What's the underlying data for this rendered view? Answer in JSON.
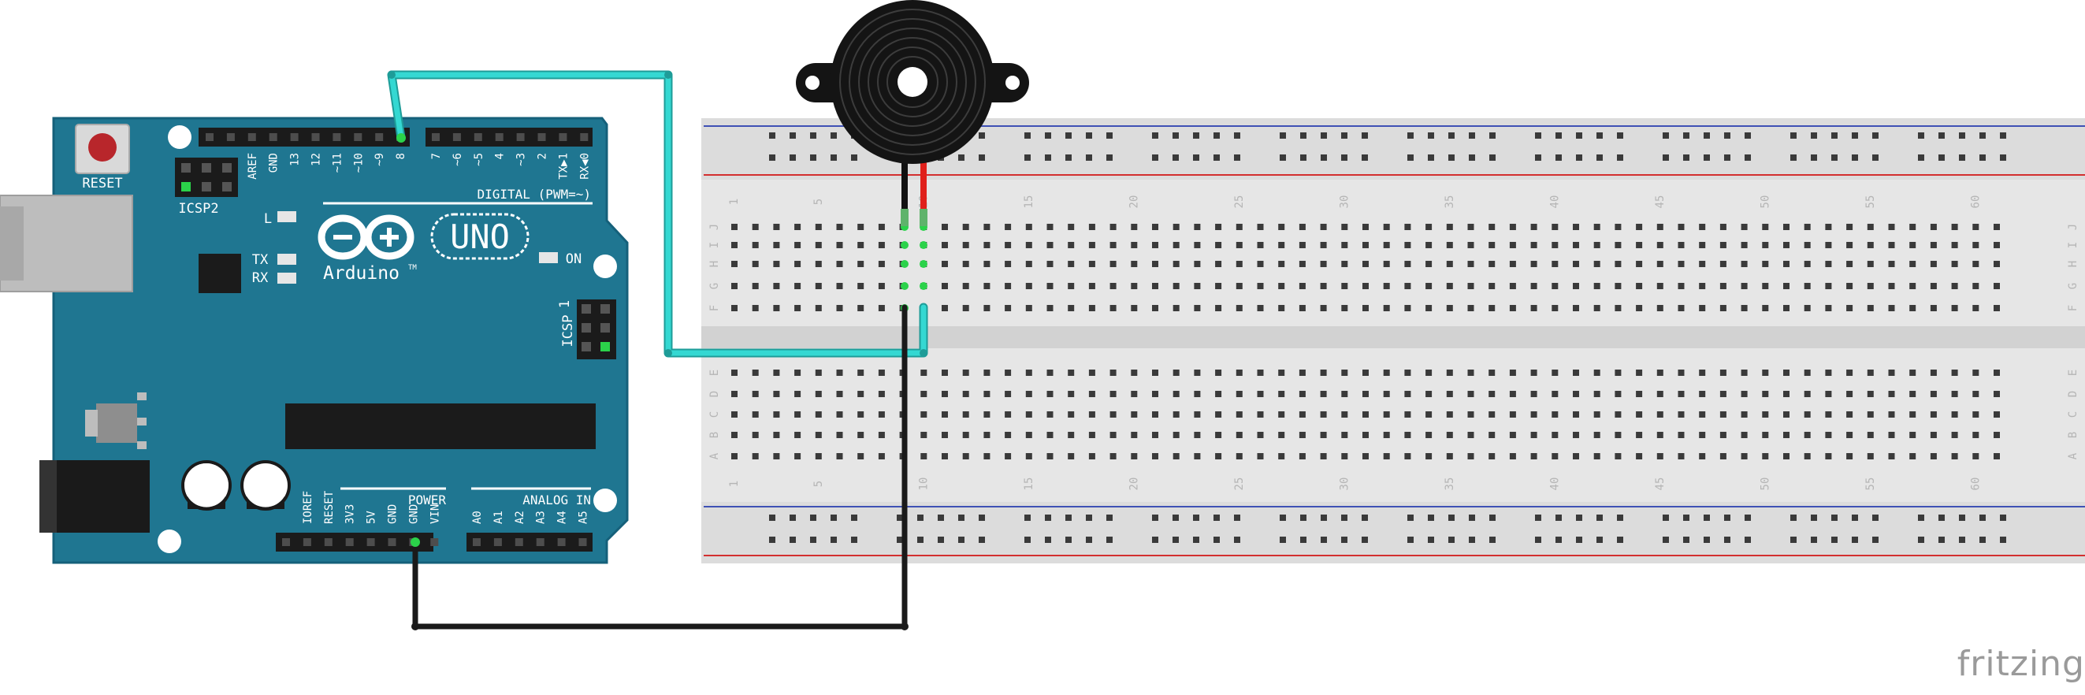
{
  "board": {
    "reset_label": "RESET",
    "icsp2_label": "ICSP2",
    "icsp_label": "ICSP",
    "icsp_pin1": "1",
    "led_l_label": "L",
    "tx_label": "TX",
    "rx_label": "RX",
    "on_label": "ON",
    "digital_label": "DIGITAL (PWM=~)",
    "power_label": "POWER",
    "analog_label": "ANALOG IN",
    "model_label": "UNO",
    "brand_label": "Arduino",
    "brand_tm": "TM",
    "digital_pins": [
      "AREF",
      "GND",
      "13",
      "12",
      "~11",
      "~10",
      "~9",
      "8",
      "7",
      "~6",
      "~5",
      "4",
      "~3",
      "2",
      "TX▶1",
      "RX◀0"
    ],
    "power_pins": [
      "IOREF",
      "RESET",
      "3V3",
      "5V",
      "GND",
      "GND",
      "VIN"
    ],
    "analog_pins": [
      "A0",
      "A1",
      "A2",
      "A3",
      "A4",
      "A5"
    ]
  },
  "breadboard": {
    "row_letters_top": [
      "J",
      "I",
      "H",
      "G",
      "F"
    ],
    "row_letters_bottom": [
      "E",
      "D",
      "C",
      "B",
      "A"
    ],
    "column_numbers": [
      "1",
      "5",
      "10",
      "15",
      "20",
      "25",
      "30",
      "35",
      "40",
      "45",
      "50",
      "55",
      "60"
    ]
  },
  "footer": {
    "brand": "fritzing"
  },
  "colors": {
    "board": "#1f7691",
    "board_edge": "#15607a",
    "wire_signal": "#34d8d2",
    "wire_ground": "#1a1a1a",
    "lead_positive": "#e0201b",
    "lead_negative": "#111111",
    "breadboard": "#e6e6e6",
    "rail_blue": "#3f51b5",
    "rail_red": "#d32f2f",
    "buzzer": "#141414"
  }
}
